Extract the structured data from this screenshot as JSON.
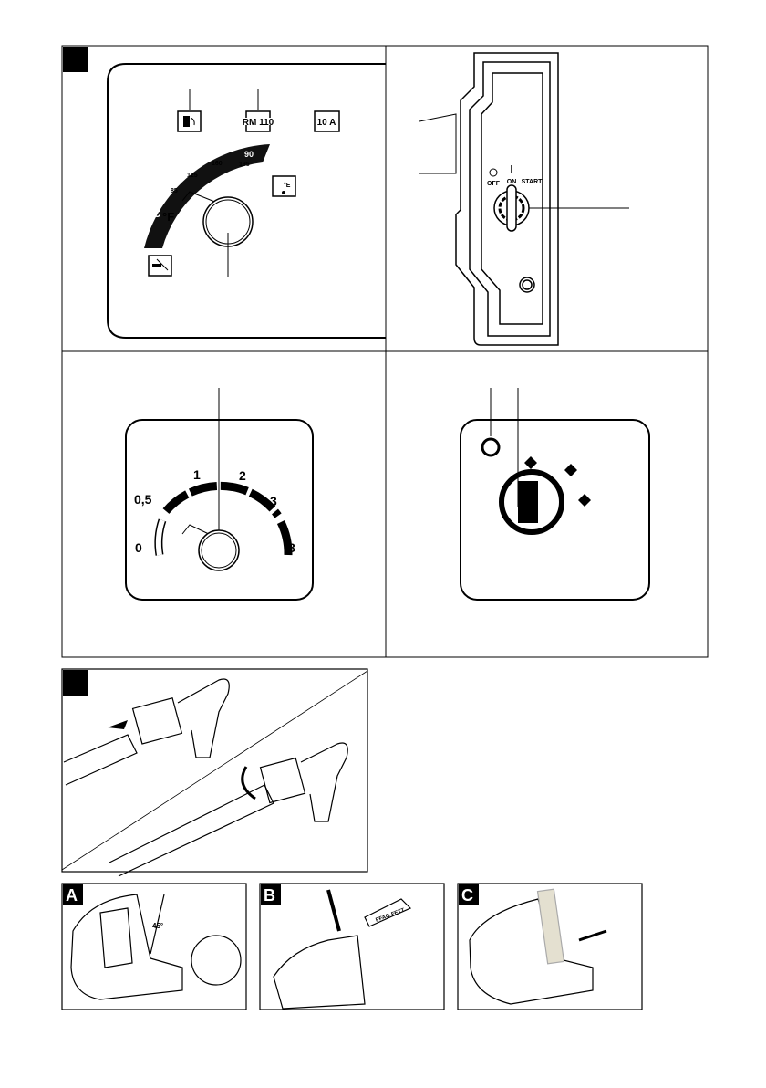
{
  "figure1": {
    "gauge_panel": {
      "icons": [
        "fuel-icon",
        "rm110-icon",
        "fuse-icon",
        "thermometer-icon",
        "burner-off-icon"
      ],
      "rm_label": "RM 110",
      "fuse_label": "10 A",
      "celsius_unit": "°C",
      "fahrenheit_unit": "°F",
      "celsius_ticks": [
        "30",
        "50",
        "70",
        "90"
      ],
      "fahrenheit_ticks": [
        "85",
        "125",
        "160",
        "195"
      ],
      "thermo_label": "°E"
    },
    "switch_panel": {
      "off_label": "OFF",
      "on_label": "ON",
      "start_label": "START"
    },
    "pressure_panel": {
      "ticks": [
        "0",
        "0,5",
        "1",
        "2",
        "3",
        "8"
      ]
    }
  },
  "steps": {
    "a_label": "A",
    "b_label": "B",
    "c_label": "C",
    "angle_label": "45°",
    "tube_label": "PFAG-FETT"
  }
}
